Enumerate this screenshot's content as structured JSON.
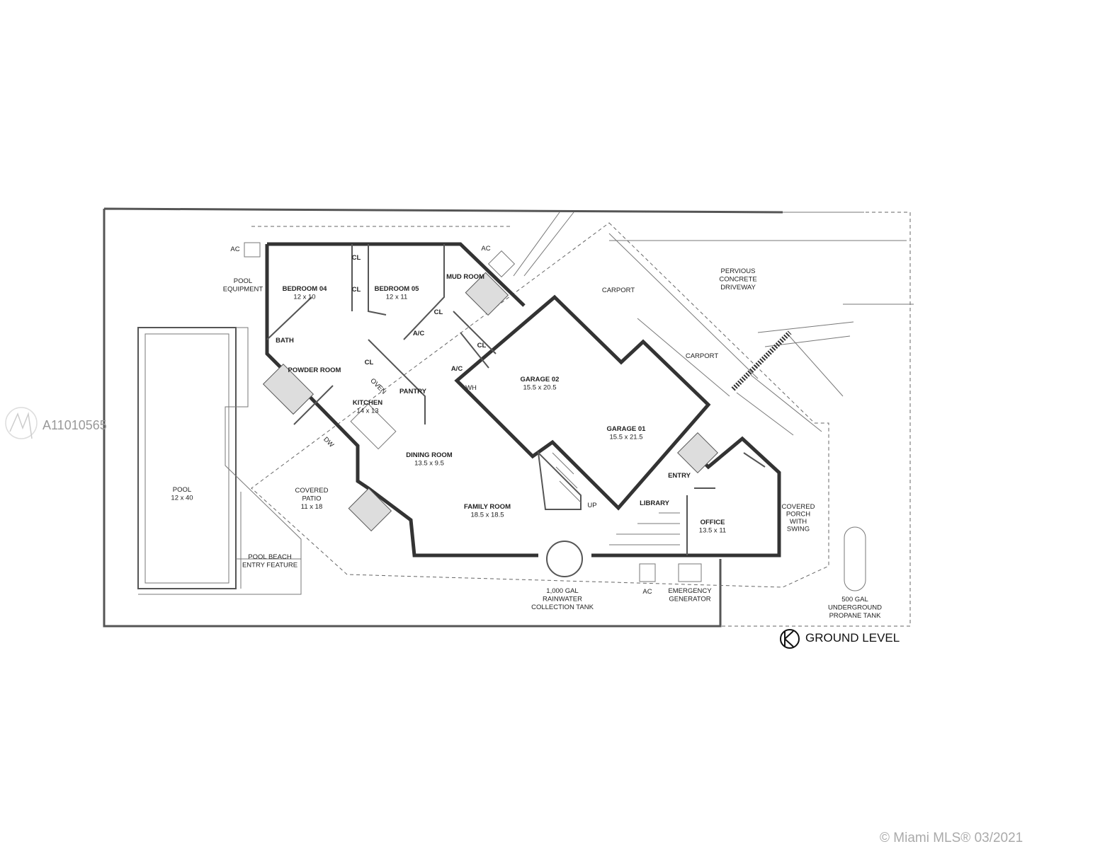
{
  "plan_title": "GROUND LEVEL",
  "watermark_id": "A11010565",
  "copyright": "© Miami MLS® 03/2021",
  "rooms": [
    {
      "id": "ac-left",
      "lines": [
        "AC"
      ]
    },
    {
      "id": "pool-equipment",
      "lines": [
        "POOL",
        "EQUIPMENT"
      ]
    },
    {
      "id": "bedroom-04",
      "lines": [
        "BEDROOM 04",
        "12 x 10"
      ]
    },
    {
      "id": "closet-1",
      "lines": [
        "CL"
      ]
    },
    {
      "id": "closet-2",
      "lines": [
        "CL"
      ]
    },
    {
      "id": "bedroom-05",
      "lines": [
        "BEDROOM 05",
        "12 x 11"
      ]
    },
    {
      "id": "mud-room",
      "lines": [
        "MUD ROOM"
      ]
    },
    {
      "id": "ac-top",
      "lines": [
        "AC"
      ]
    },
    {
      "id": "carport-1",
      "lines": [
        "CARPORT"
      ]
    },
    {
      "id": "driveway",
      "lines": [
        "PERVIOUS",
        "CONCRETE",
        "DRIVEWAY"
      ]
    },
    {
      "id": "closet-3",
      "lines": [
        "CL"
      ]
    },
    {
      "id": "ac-closet-1",
      "lines": [
        "A/C"
      ]
    },
    {
      "id": "closet-4",
      "lines": [
        "CL"
      ]
    },
    {
      "id": "ac-closet-2",
      "lines": [
        "A/C"
      ]
    },
    {
      "id": "water-heater",
      "lines": [
        "WH"
      ]
    },
    {
      "id": "bath",
      "lines": [
        "BATH"
      ]
    },
    {
      "id": "powder-room",
      "lines": [
        "POWDER ROOM"
      ]
    },
    {
      "id": "closet-5",
      "lines": [
        "CL"
      ]
    },
    {
      "id": "pantry",
      "lines": [
        "PANTRY"
      ]
    },
    {
      "id": "oven",
      "lines": [
        "OVEN"
      ]
    },
    {
      "id": "dishwasher",
      "lines": [
        "DW"
      ]
    },
    {
      "id": "kitchen",
      "lines": [
        "KITCHEN",
        "14 x 13"
      ]
    },
    {
      "id": "garage-02",
      "lines": [
        "GARAGE 02",
        "15.5 x 20.5"
      ]
    },
    {
      "id": "carport-2",
      "lines": [
        "CARPORT"
      ]
    },
    {
      "id": "garage-01",
      "lines": [
        "GARAGE 01",
        "15.5 x 21.5"
      ]
    },
    {
      "id": "dining-room",
      "lines": [
        "DINING ROOM",
        "13.5 x 9.5"
      ]
    },
    {
      "id": "entry",
      "lines": [
        "ENTRY"
      ]
    },
    {
      "id": "pool",
      "lines": [
        "POOL",
        "12 x 40"
      ]
    },
    {
      "id": "covered-patio",
      "lines": [
        "COVERED",
        "PATIO",
        "11 x 18"
      ]
    },
    {
      "id": "family-room",
      "lines": [
        "FAMILY ROOM",
        "18.5 x 18.5"
      ]
    },
    {
      "id": "library",
      "lines": [
        "LIBRARY"
      ]
    },
    {
      "id": "stairs-up",
      "lines": [
        "UP"
      ]
    },
    {
      "id": "office",
      "lines": [
        "OFFICE",
        "13.5 x 11"
      ]
    },
    {
      "id": "covered-porch",
      "lines": [
        "COVERED",
        "PORCH",
        "WITH",
        "SWING"
      ]
    },
    {
      "id": "pool-beach",
      "lines": [
        "POOL BEACH",
        "ENTRY FEATURE"
      ]
    },
    {
      "id": "rainwater-tank",
      "lines": [
        "1,000 GAL",
        "RAINWATER",
        "COLLECTION TANK"
      ]
    },
    {
      "id": "ac-bottom",
      "lines": [
        "AC"
      ]
    },
    {
      "id": "generator",
      "lines": [
        "EMERGENCY",
        "GENERATOR"
      ]
    },
    {
      "id": "propane-tank",
      "lines": [
        "500 GAL",
        "UNDERGROUND",
        "PROPANE TANK"
      ]
    }
  ]
}
